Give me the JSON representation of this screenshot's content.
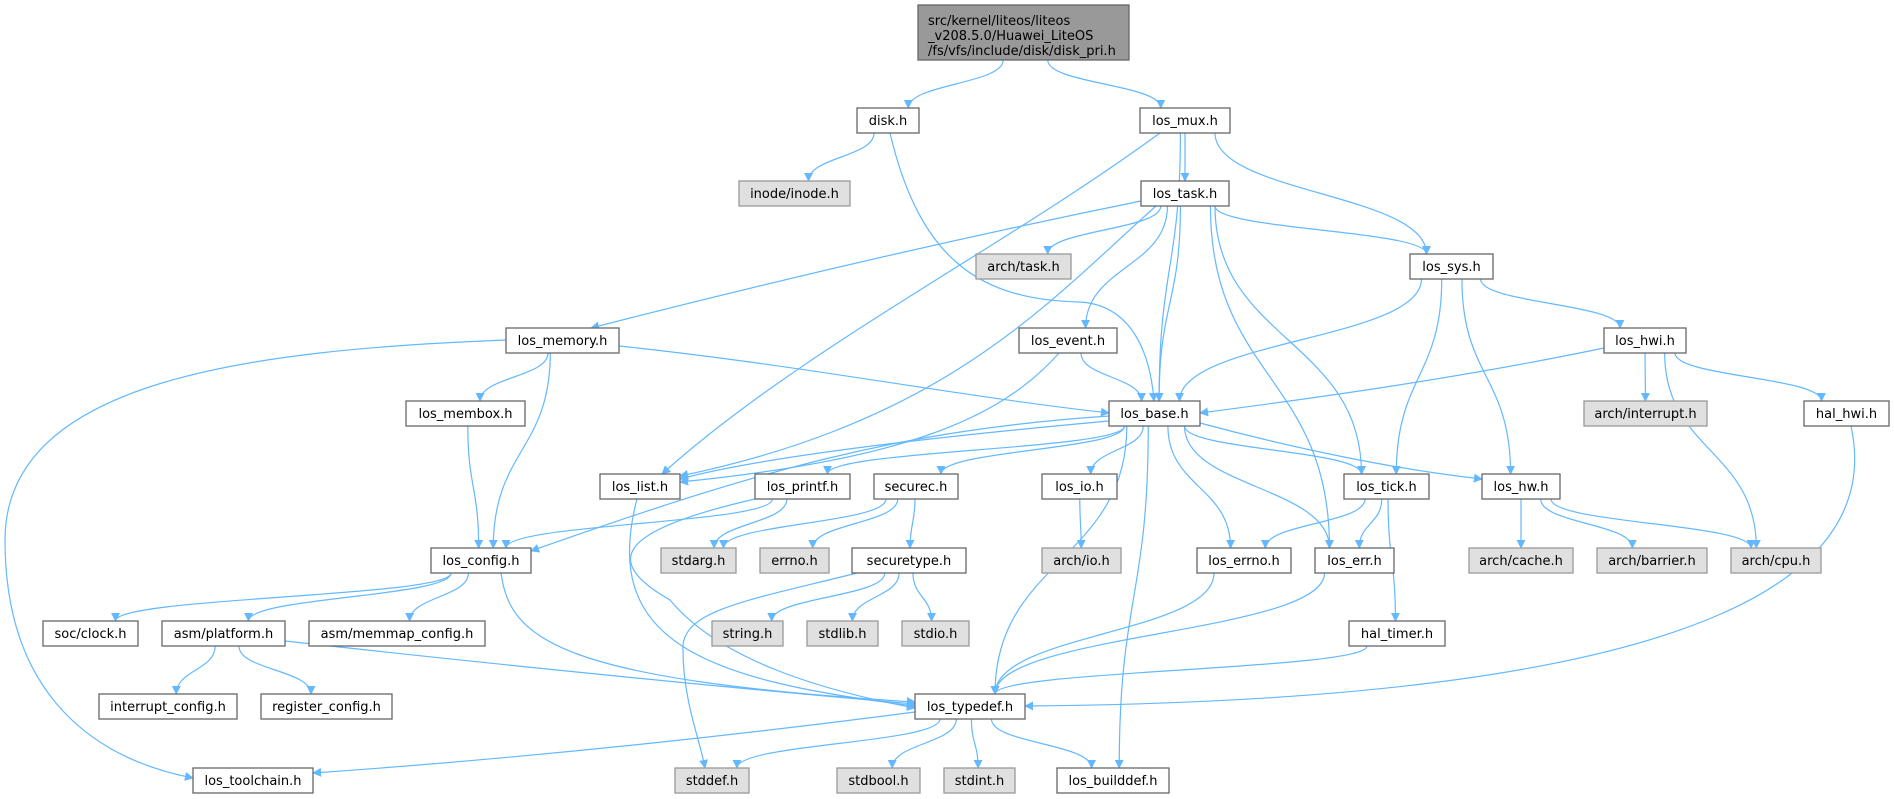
{
  "graph": {
    "type": "include-dependency-graph",
    "colors": {
      "edge": "#63b8ff",
      "root_fill": "#999999",
      "external_fill": "#e0e0e0",
      "local_fill": "#ffffff",
      "border": "#666666"
    },
    "root": {
      "id": "disk_pri",
      "lines": [
        "src/kernel/liteos/liteos",
        "_v208.5.0/Huawei_LiteOS",
        "/fs/vfs/include/disk/disk_pri.h"
      ]
    },
    "nodes": [
      {
        "id": "disk",
        "label": "disk.h",
        "external": false
      },
      {
        "id": "los_mux",
        "label": "los_mux.h",
        "external": false
      },
      {
        "id": "inode",
        "label": "inode/inode.h",
        "external": true
      },
      {
        "id": "los_task",
        "label": "los_task.h",
        "external": false
      },
      {
        "id": "arch_task",
        "label": "arch/task.h",
        "external": true
      },
      {
        "id": "los_sys",
        "label": "los_sys.h",
        "external": false
      },
      {
        "id": "los_memory",
        "label": "los_memory.h",
        "external": false
      },
      {
        "id": "los_event",
        "label": "los_event.h",
        "external": false
      },
      {
        "id": "los_hwi",
        "label": "los_hwi.h",
        "external": false
      },
      {
        "id": "los_membox",
        "label": "los_membox.h",
        "external": false
      },
      {
        "id": "los_base",
        "label": "los_base.h",
        "external": false
      },
      {
        "id": "arch_interrupt",
        "label": "arch/interrupt.h",
        "external": true
      },
      {
        "id": "hal_hwi",
        "label": "hal_hwi.h",
        "external": false
      },
      {
        "id": "los_list",
        "label": "los_list.h",
        "external": false
      },
      {
        "id": "los_printf",
        "label": "los_printf.h",
        "external": false
      },
      {
        "id": "securec",
        "label": "securec.h",
        "external": false
      },
      {
        "id": "los_io",
        "label": "los_io.h",
        "external": false
      },
      {
        "id": "los_tick",
        "label": "los_tick.h",
        "external": false
      },
      {
        "id": "los_hw",
        "label": "los_hw.h",
        "external": false
      },
      {
        "id": "los_config",
        "label": "los_config.h",
        "external": false
      },
      {
        "id": "stdarg",
        "label": "stdarg.h",
        "external": true
      },
      {
        "id": "errno",
        "label": "errno.h",
        "external": true
      },
      {
        "id": "securetype",
        "label": "securetype.h",
        "external": false
      },
      {
        "id": "arch_io",
        "label": "arch/io.h",
        "external": true
      },
      {
        "id": "los_errno",
        "label": "los_errno.h",
        "external": false
      },
      {
        "id": "los_err",
        "label": "los_err.h",
        "external": false
      },
      {
        "id": "arch_cache",
        "label": "arch/cache.h",
        "external": true
      },
      {
        "id": "arch_barrier",
        "label": "arch/barrier.h",
        "external": true
      },
      {
        "id": "arch_cpu",
        "label": "arch/cpu.h",
        "external": true
      },
      {
        "id": "soc_clock",
        "label": "soc/clock.h",
        "external": false
      },
      {
        "id": "asm_platform",
        "label": "asm/platform.h",
        "external": false
      },
      {
        "id": "asm_memmap",
        "label": "asm/memmap_config.h",
        "external": false
      },
      {
        "id": "string",
        "label": "string.h",
        "external": true
      },
      {
        "id": "stdlib",
        "label": "stdlib.h",
        "external": true
      },
      {
        "id": "stdio",
        "label": "stdio.h",
        "external": true
      },
      {
        "id": "hal_timer",
        "label": "hal_timer.h",
        "external": false
      },
      {
        "id": "interrupt_config",
        "label": "interrupt_config.h",
        "external": false
      },
      {
        "id": "register_config",
        "label": "register_config.h",
        "external": false
      },
      {
        "id": "los_typedef",
        "label": "los_typedef.h",
        "external": false
      },
      {
        "id": "los_toolchain",
        "label": "los_toolchain.h",
        "external": false
      },
      {
        "id": "stddef",
        "label": "stddef.h",
        "external": true
      },
      {
        "id": "stdbool",
        "label": "stdbool.h",
        "external": true
      },
      {
        "id": "stdint",
        "label": "stdint.h",
        "external": true
      },
      {
        "id": "los_builddef",
        "label": "los_builddef.h",
        "external": false
      }
    ],
    "edges": [
      [
        "disk_pri",
        "disk"
      ],
      [
        "disk_pri",
        "los_mux"
      ],
      [
        "disk",
        "inode"
      ],
      [
        "disk",
        "los_base"
      ],
      [
        "los_mux",
        "los_task"
      ],
      [
        "los_mux",
        "los_base"
      ],
      [
        "los_mux",
        "los_sys"
      ],
      [
        "los_mux",
        "los_list"
      ],
      [
        "los_task",
        "arch_task"
      ],
      [
        "los_task",
        "los_memory"
      ],
      [
        "los_task",
        "los_event"
      ],
      [
        "los_task",
        "los_base"
      ],
      [
        "los_task",
        "los_sys"
      ],
      [
        "los_task",
        "los_tick"
      ],
      [
        "los_task",
        "los_err"
      ],
      [
        "los_task",
        "los_list"
      ],
      [
        "los_sys",
        "los_base"
      ],
      [
        "los_sys",
        "los_tick"
      ],
      [
        "los_sys",
        "los_hw"
      ],
      [
        "los_sys",
        "los_hwi"
      ],
      [
        "los_memory",
        "los_membox"
      ],
      [
        "los_memory",
        "los_config"
      ],
      [
        "los_memory",
        "los_base"
      ],
      [
        "los_memory",
        "los_toolchain"
      ],
      [
        "los_event",
        "los_base"
      ],
      [
        "los_event",
        "los_list"
      ],
      [
        "los_hwi",
        "los_base"
      ],
      [
        "los_hwi",
        "arch_interrupt"
      ],
      [
        "los_hwi",
        "arch_cpu"
      ],
      [
        "los_hwi",
        "hal_hwi"
      ],
      [
        "hal_hwi",
        "los_typedef"
      ],
      [
        "los_membox",
        "los_config"
      ],
      [
        "los_base",
        "los_list"
      ],
      [
        "los_base",
        "los_printf"
      ],
      [
        "los_base",
        "securec"
      ],
      [
        "los_base",
        "los_io"
      ],
      [
        "los_base",
        "los_tick"
      ],
      [
        "los_base",
        "los_hw"
      ],
      [
        "los_base",
        "los_errno"
      ],
      [
        "los_base",
        "los_err"
      ],
      [
        "los_base",
        "los_typedef"
      ],
      [
        "los_base",
        "los_builddef"
      ],
      [
        "los_base",
        "los_config"
      ],
      [
        "los_list",
        "los_typedef"
      ],
      [
        "los_printf",
        "stdarg"
      ],
      [
        "los_printf",
        "los_config"
      ],
      [
        "los_printf",
        "los_typedef"
      ],
      [
        "securec",
        "stdarg"
      ],
      [
        "securec",
        "errno"
      ],
      [
        "securec",
        "securetype"
      ],
      [
        "securetype",
        "string"
      ],
      [
        "securetype",
        "stdlib"
      ],
      [
        "securetype",
        "stdio"
      ],
      [
        "securetype",
        "stddef"
      ],
      [
        "los_io",
        "arch_io"
      ],
      [
        "los_tick",
        "los_errno"
      ],
      [
        "los_tick",
        "los_err"
      ],
      [
        "los_tick",
        "hal_timer"
      ],
      [
        "los_hw",
        "arch_cache"
      ],
      [
        "los_hw",
        "arch_barrier"
      ],
      [
        "los_hw",
        "arch_cpu"
      ],
      [
        "los_config",
        "soc_clock"
      ],
      [
        "los_config",
        "asm_platform"
      ],
      [
        "los_config",
        "asm_memmap"
      ],
      [
        "los_config",
        "los_typedef"
      ],
      [
        "asm_platform",
        "interrupt_config"
      ],
      [
        "asm_platform",
        "register_config"
      ],
      [
        "asm_platform",
        "los_typedef"
      ],
      [
        "los_errno",
        "los_typedef"
      ],
      [
        "los_err",
        "los_typedef"
      ],
      [
        "hal_timer",
        "los_typedef"
      ],
      [
        "los_typedef",
        "los_toolchain"
      ],
      [
        "los_typedef",
        "stddef"
      ],
      [
        "los_typedef",
        "stdbool"
      ],
      [
        "los_typedef",
        "stdint"
      ],
      [
        "los_typedef",
        "los_builddef"
      ]
    ]
  }
}
